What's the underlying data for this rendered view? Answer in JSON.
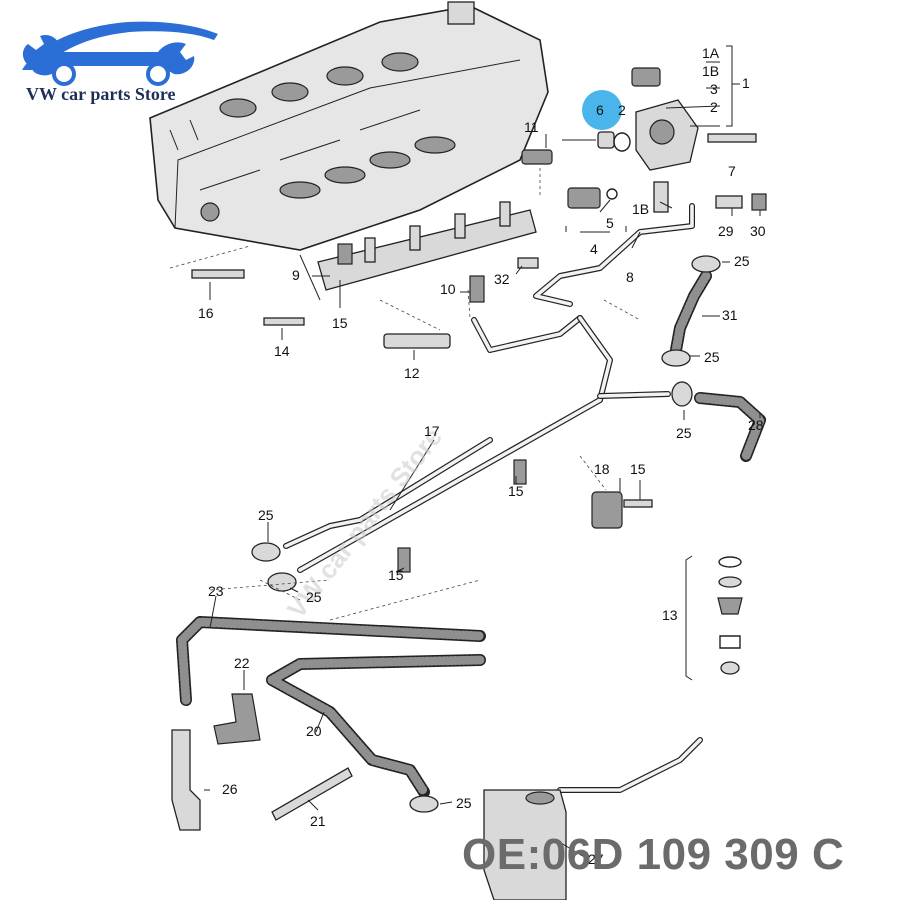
{
  "brand": {
    "store_name": "VW car parts Store",
    "logo_color": "#2b6fd6"
  },
  "part_number": "OE:06D 109 309 C",
  "watermark": "VW car parts Store",
  "highlight_color": "#29a8e6",
  "callouts": {
    "c1A": "1A",
    "c1B": "1B",
    "c1": "1",
    "c3": "3",
    "c2a": "2",
    "c2b": "2",
    "c6": "6",
    "c7": "7",
    "c11": "11",
    "c5": "5",
    "c4": "4",
    "c1B2": "1B",
    "c29": "29",
    "c30": "30",
    "c8": "8",
    "c25a": "25",
    "c9": "9",
    "c15a": "15",
    "c32": "32",
    "c10": "10",
    "c16": "16",
    "c14": "14",
    "c12": "12",
    "c31": "31",
    "c25b": "25",
    "c25c": "25",
    "c28": "28",
    "c17": "17",
    "c15b": "15",
    "c18": "18",
    "c15c": "15",
    "c25d": "25",
    "c25e": "25",
    "c15d": "15",
    "c13": "13",
    "c23": "23",
    "c22": "22",
    "c20": "20",
    "c26": "26",
    "c25f": "25",
    "c21": "21",
    "c27": "27"
  }
}
